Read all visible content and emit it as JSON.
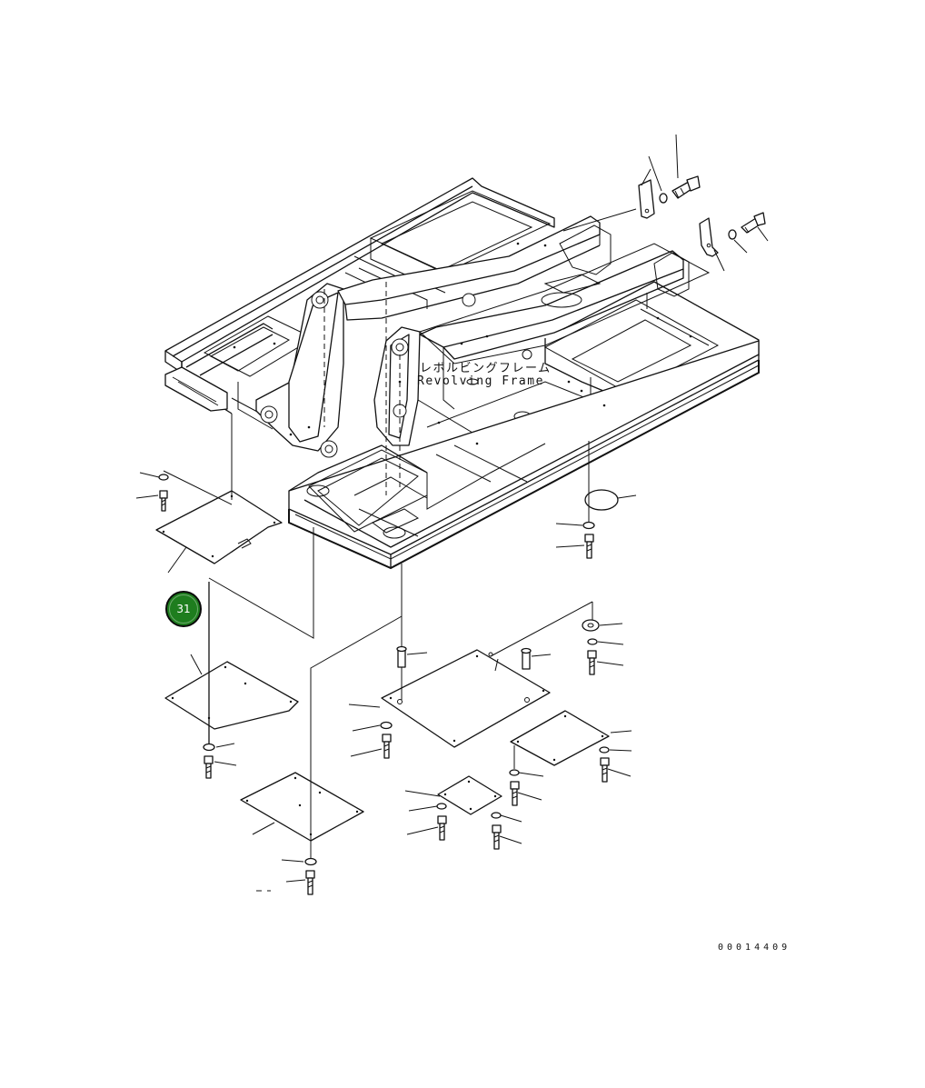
{
  "frame_label": {
    "jp": "レボルビングフレーム",
    "en": "Revolving Frame"
  },
  "callout_badge": {
    "label": "31",
    "color": "#1e7d1e"
  },
  "drawing_number": "00014409"
}
